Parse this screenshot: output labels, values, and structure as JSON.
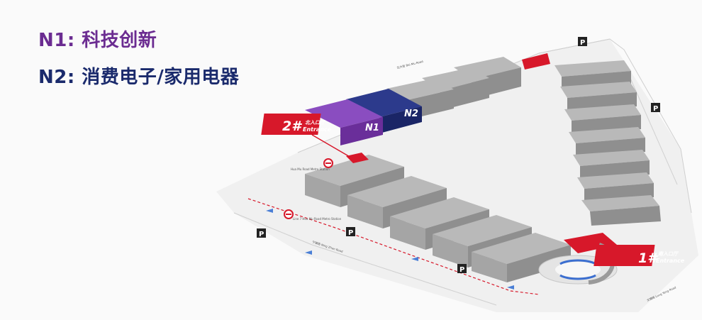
{
  "legend": {
    "n1": "N1: 科技创新",
    "n2": "N2: 消费电子/家用电器"
  },
  "halls": {
    "n1_label": "N1",
    "n2_label": "N2"
  },
  "entrances": {
    "north_num": "2#",
    "north_cn": "北入口厅",
    "north_en": "Entrance",
    "south_num": "1#",
    "south_cn": "南入口厅",
    "south_en": "Entrance"
  },
  "parking": {
    "label": "P"
  },
  "roads": {
    "north_road": "北大街 Bei Mu Road",
    "bottom_road": "宁镇路 Ning Zhen Road",
    "east_road": "文锦路 Long Yang Road",
    "metro1": "Hua Mu Road Metro Station",
    "metro2": "Line 7  Hua Mu Road Metro Station"
  },
  "colors": {
    "n1": "#7b3fb0",
    "n2": "#1f2d7a",
    "entrance_red": "#d7182a",
    "hall_grey": "#9a9a9a",
    "hall_top": "#b5b5b5"
  }
}
